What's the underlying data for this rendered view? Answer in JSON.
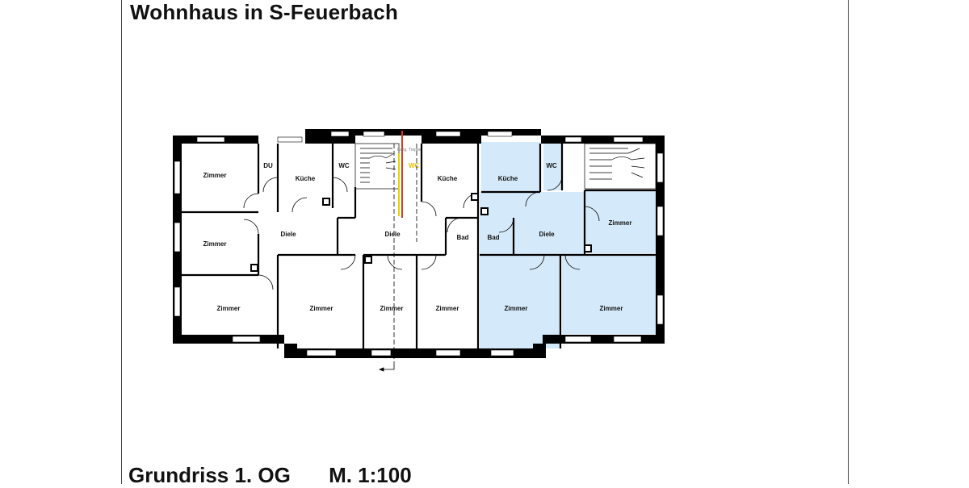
{
  "document": {
    "title": "Wohnhaus in S-Feuerbach",
    "plan_name": "Grundriss 1. OG",
    "scale": "M. 1:100"
  },
  "plan": {
    "highlight_color": "#d4e9f9",
    "wall_color": "#000000",
    "rooms": {
      "zimmer_nw": "Zimmer",
      "zimmer_w": "Zimmer",
      "zimmer_sw": "Zimmer",
      "du": "DU",
      "kueche_1": "Küche",
      "wc_1": "WC",
      "diele_1": "Diele",
      "zimmer_s1": "Zimmer",
      "diele_stair": "Diele",
      "zimmer_s2": "Zimmer",
      "kueche_2": "Küche",
      "zimmer_s3": "Zimmer",
      "bad_1": "Bad",
      "kueche_3": "Küche",
      "wc_2": "WC",
      "bad_2": "Bad",
      "diele_2": "Diele",
      "zimmer_e": "Zimmer",
      "zimmer_s4": "Zimmer",
      "zimmer_se": "Zimmer"
    },
    "markers": {
      "stair_wc": "WC",
      "stair_note": "Kellg. Treppe"
    }
  }
}
